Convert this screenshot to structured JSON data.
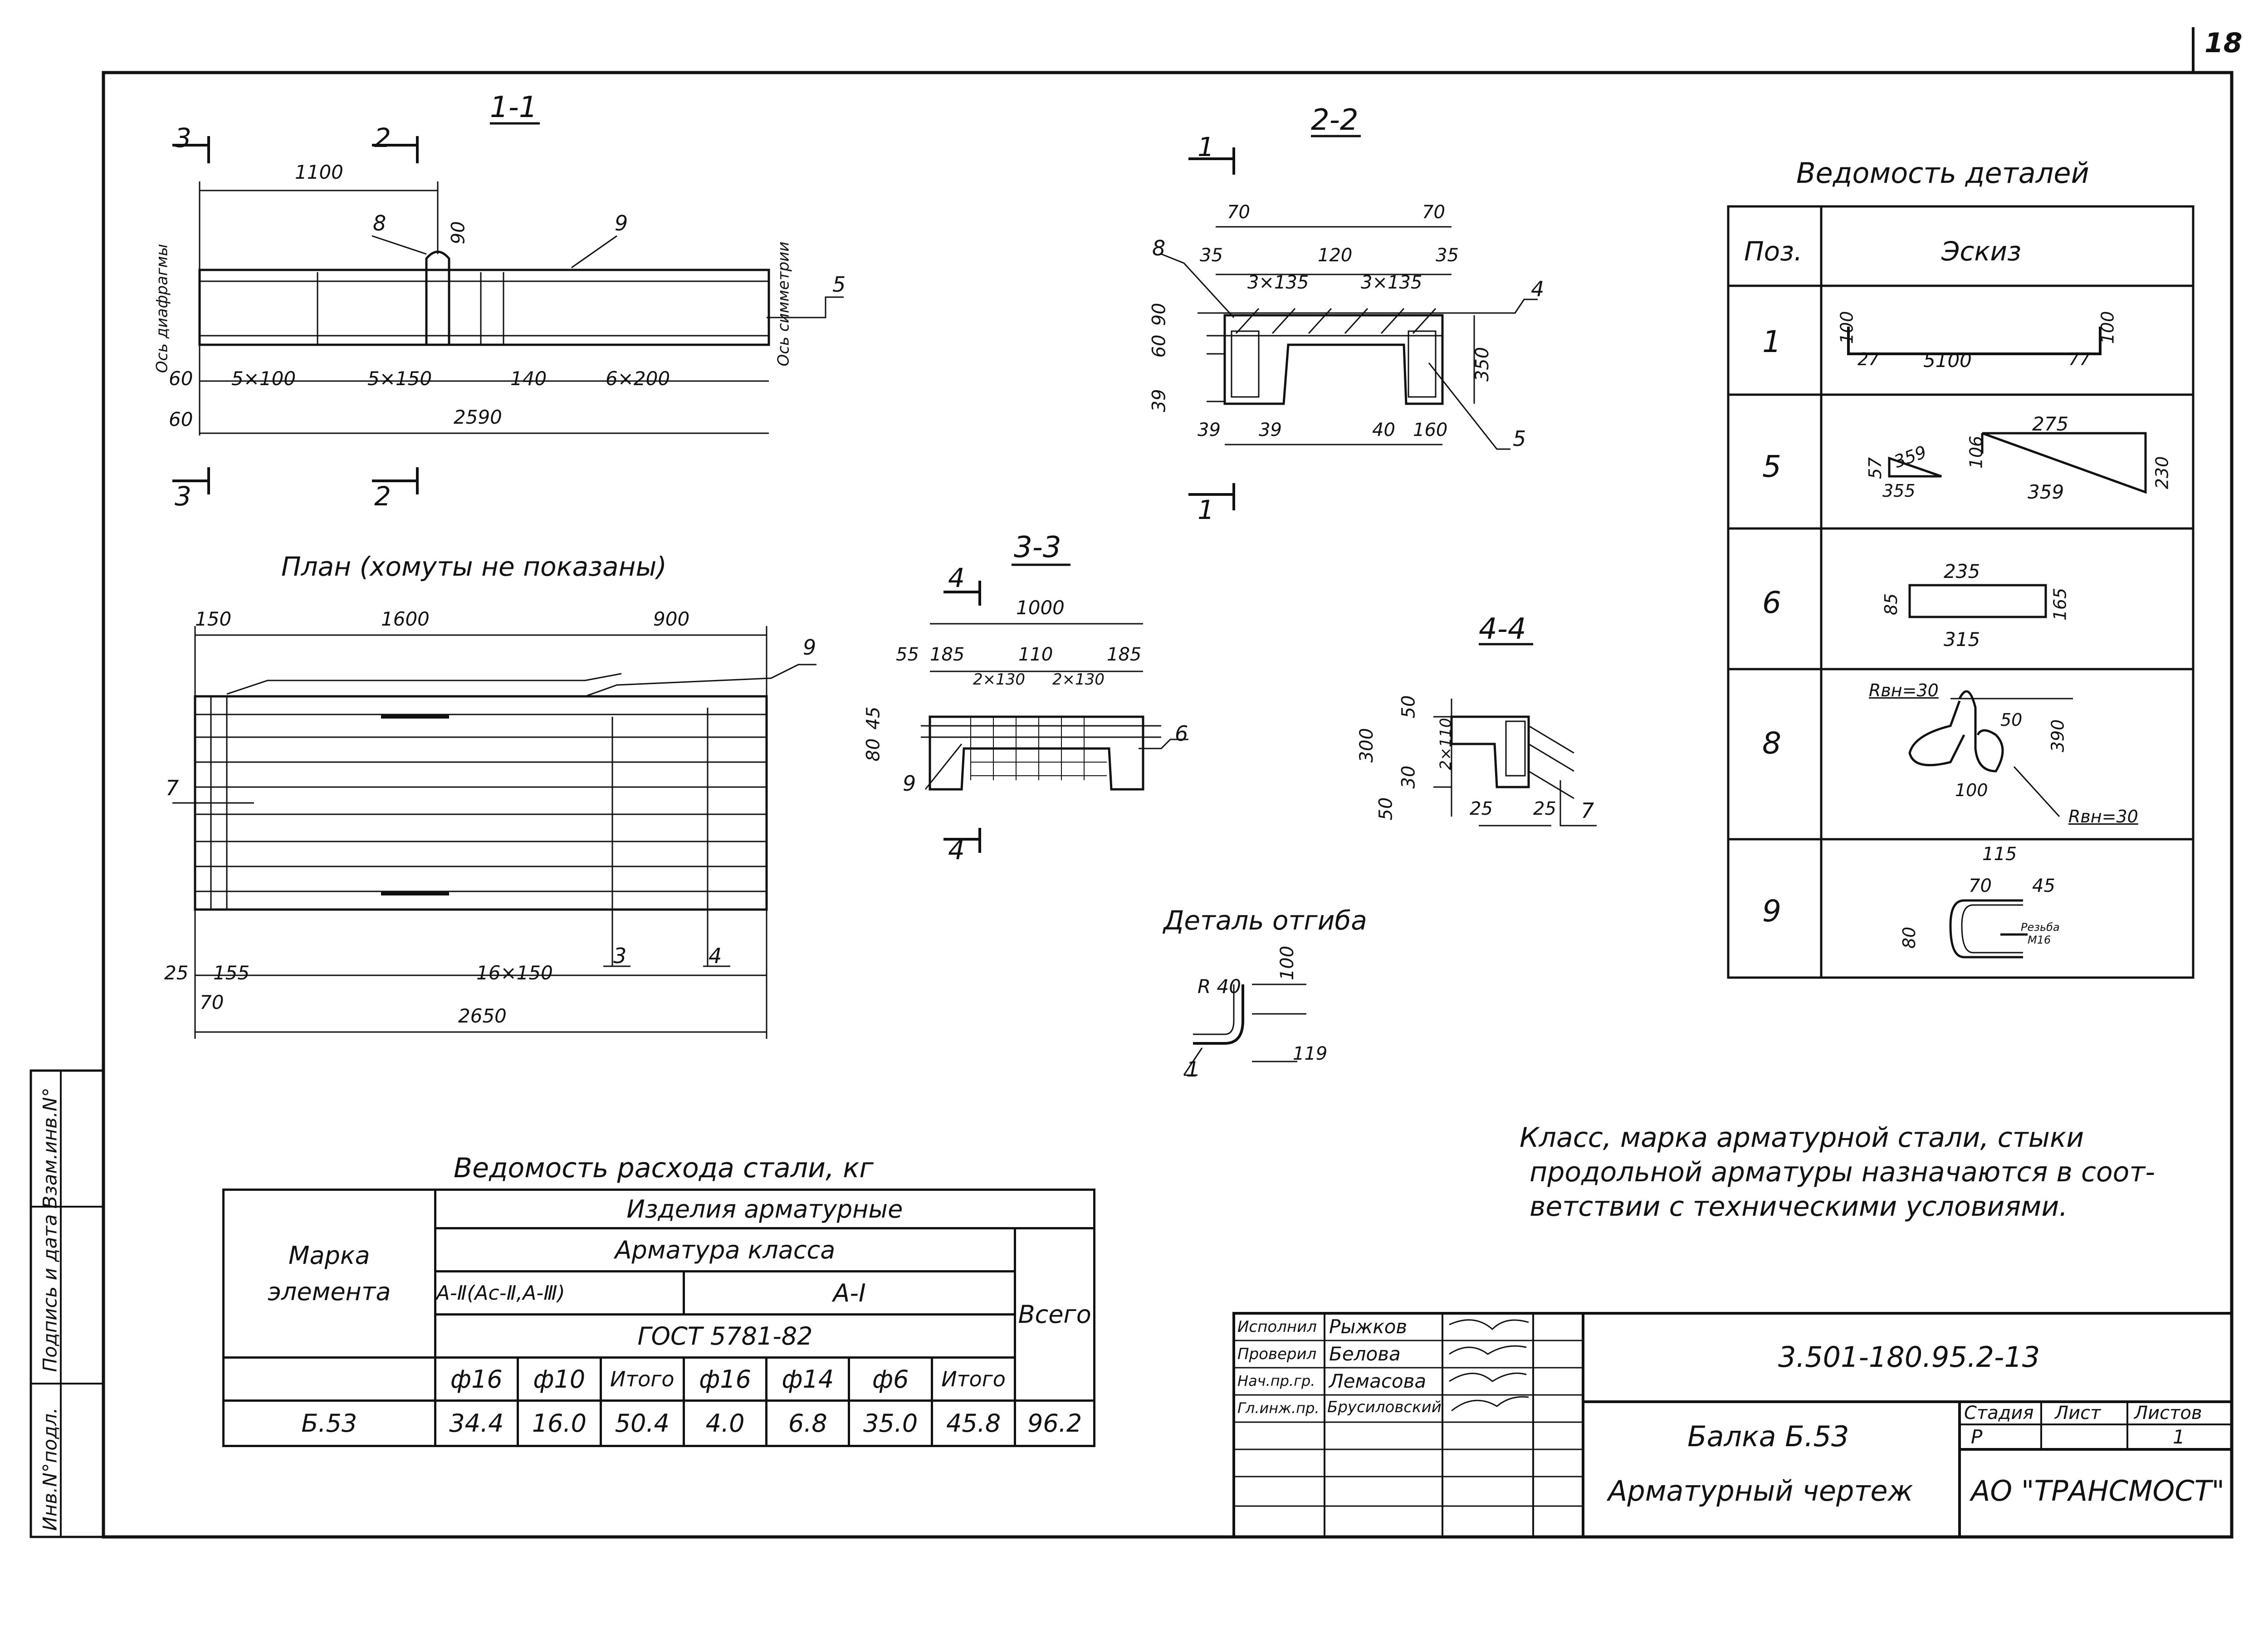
{
  "sheet_number": "18",
  "sections": {
    "s11": {
      "title": "1-1",
      "cuts": [
        "3",
        "2",
        "3",
        "2"
      ],
      "leaders": [
        "8",
        "9",
        "5"
      ],
      "dims": [
        "1100",
        "90",
        "60",
        "5×100",
        "5×150",
        "140",
        "6×200",
        "60",
        "2590"
      ],
      "axis_left": "Ось диафрагмы",
      "axis_right": "Ось симметрии"
    },
    "s22": {
      "title": "2-2",
      "cuts": [
        "1",
        "1"
      ],
      "leaders": [
        "8",
        "4",
        "5"
      ],
      "dims": [
        "70",
        "70",
        "35",
        "3×135",
        "120",
        "3×135",
        "35",
        "90",
        "60",
        "39",
        "350",
        "39",
        "39",
        "40",
        "160"
      ]
    },
    "s33": {
      "title": "3-3",
      "cuts": [
        "4",
        "4"
      ],
      "leaders": [
        "6",
        "9"
      ],
      "dims": [
        "1000",
        "55",
        "185",
        "110",
        "185",
        "2×130",
        "2×130",
        "45",
        "80"
      ]
    },
    "s44": {
      "title": "4-4",
      "leaders": [
        "7"
      ],
      "dims": [
        "50",
        "300",
        "2×110",
        "30",
        "50",
        "25",
        "25"
      ]
    },
    "plan": {
      "title": "План (хомуты не показаны)",
      "leaders": [
        "9",
        "7",
        "3",
        "4"
      ],
      "dims": [
        "150",
        "1600",
        "900",
        "25",
        "155",
        "70",
        "16×150",
        "2650"
      ]
    },
    "bend": {
      "title": "Деталь отгиба",
      "dims": [
        "R 40",
        "100",
        "119"
      ],
      "leader": "1"
    }
  },
  "details": {
    "title": "Ведомость деталей",
    "headers": [
      "Поз.",
      "Эскиз"
    ],
    "rows": [
      {
        "pos": "1",
        "dims": [
          "100",
          "27",
          "5100",
          "77",
          "100"
        ]
      },
      {
        "pos": "5",
        "dims": [
          "57",
          "359",
          "355",
          "106",
          "275",
          "359",
          "230"
        ]
      },
      {
        "pos": "6",
        "dims": [
          "85",
          "235",
          "315",
          "165"
        ]
      },
      {
        "pos": "8",
        "dims": [
          "Rвн=30",
          "50",
          "390",
          "100",
          "Rвн=30"
        ]
      },
      {
        "pos": "9",
        "dims": [
          "115",
          "70",
          "45",
          "80",
          "Резьба",
          "М16"
        ]
      }
    ]
  },
  "note": {
    "lines": [
      "Класс, марка арматурной стали, стыки",
      "продольной арматуры назначаются в соот-",
      "ветствии с техническими условиями."
    ]
  },
  "steel": {
    "title": "Ведомость расхода стали, кг",
    "mark_header": "Марка элемента",
    "group_header": "Изделия арматурные",
    "class_header": "Арматура класса",
    "class_a2": "А-Ⅱ(Ас-Ⅱ,А-Ⅲ)",
    "class_a1": "А-Ⅰ",
    "gost": "ГОСТ 5781-82",
    "total_header": "Всего",
    "cols": [
      "ф16",
      "ф10",
      "Итого",
      "ф16",
      "ф14",
      "ф6",
      "Итого"
    ],
    "row": {
      "mark": "Б.53",
      "values": [
        "34.4",
        "16.0",
        "50.4",
        "4.0",
        "6.8",
        "35.0",
        "45.8"
      ],
      "total": "96.2"
    }
  },
  "stamp": {
    "doc_code": "3.501-180.95.2-13",
    "roles": [
      "Исполнил",
      "Проверил",
      "Нач.пр.гр.",
      "Гл.инж.пр."
    ],
    "names": [
      "Рыжков",
      "Белова",
      "Лемасова",
      "Брусиловский"
    ],
    "title1": "Балка Б.53",
    "title2": "Арматурный чертеж",
    "stage_header": "Стадия",
    "sheet_header": "Лист",
    "sheets_header": "Листов",
    "stage": "Р",
    "sheet": "",
    "sheets": "1",
    "org": "АО \"ТРАНСМОСТ\""
  },
  "side_stamp": [
    "Взам.инв.N°",
    "Подпись и дата",
    "Инв.N°подл."
  ]
}
